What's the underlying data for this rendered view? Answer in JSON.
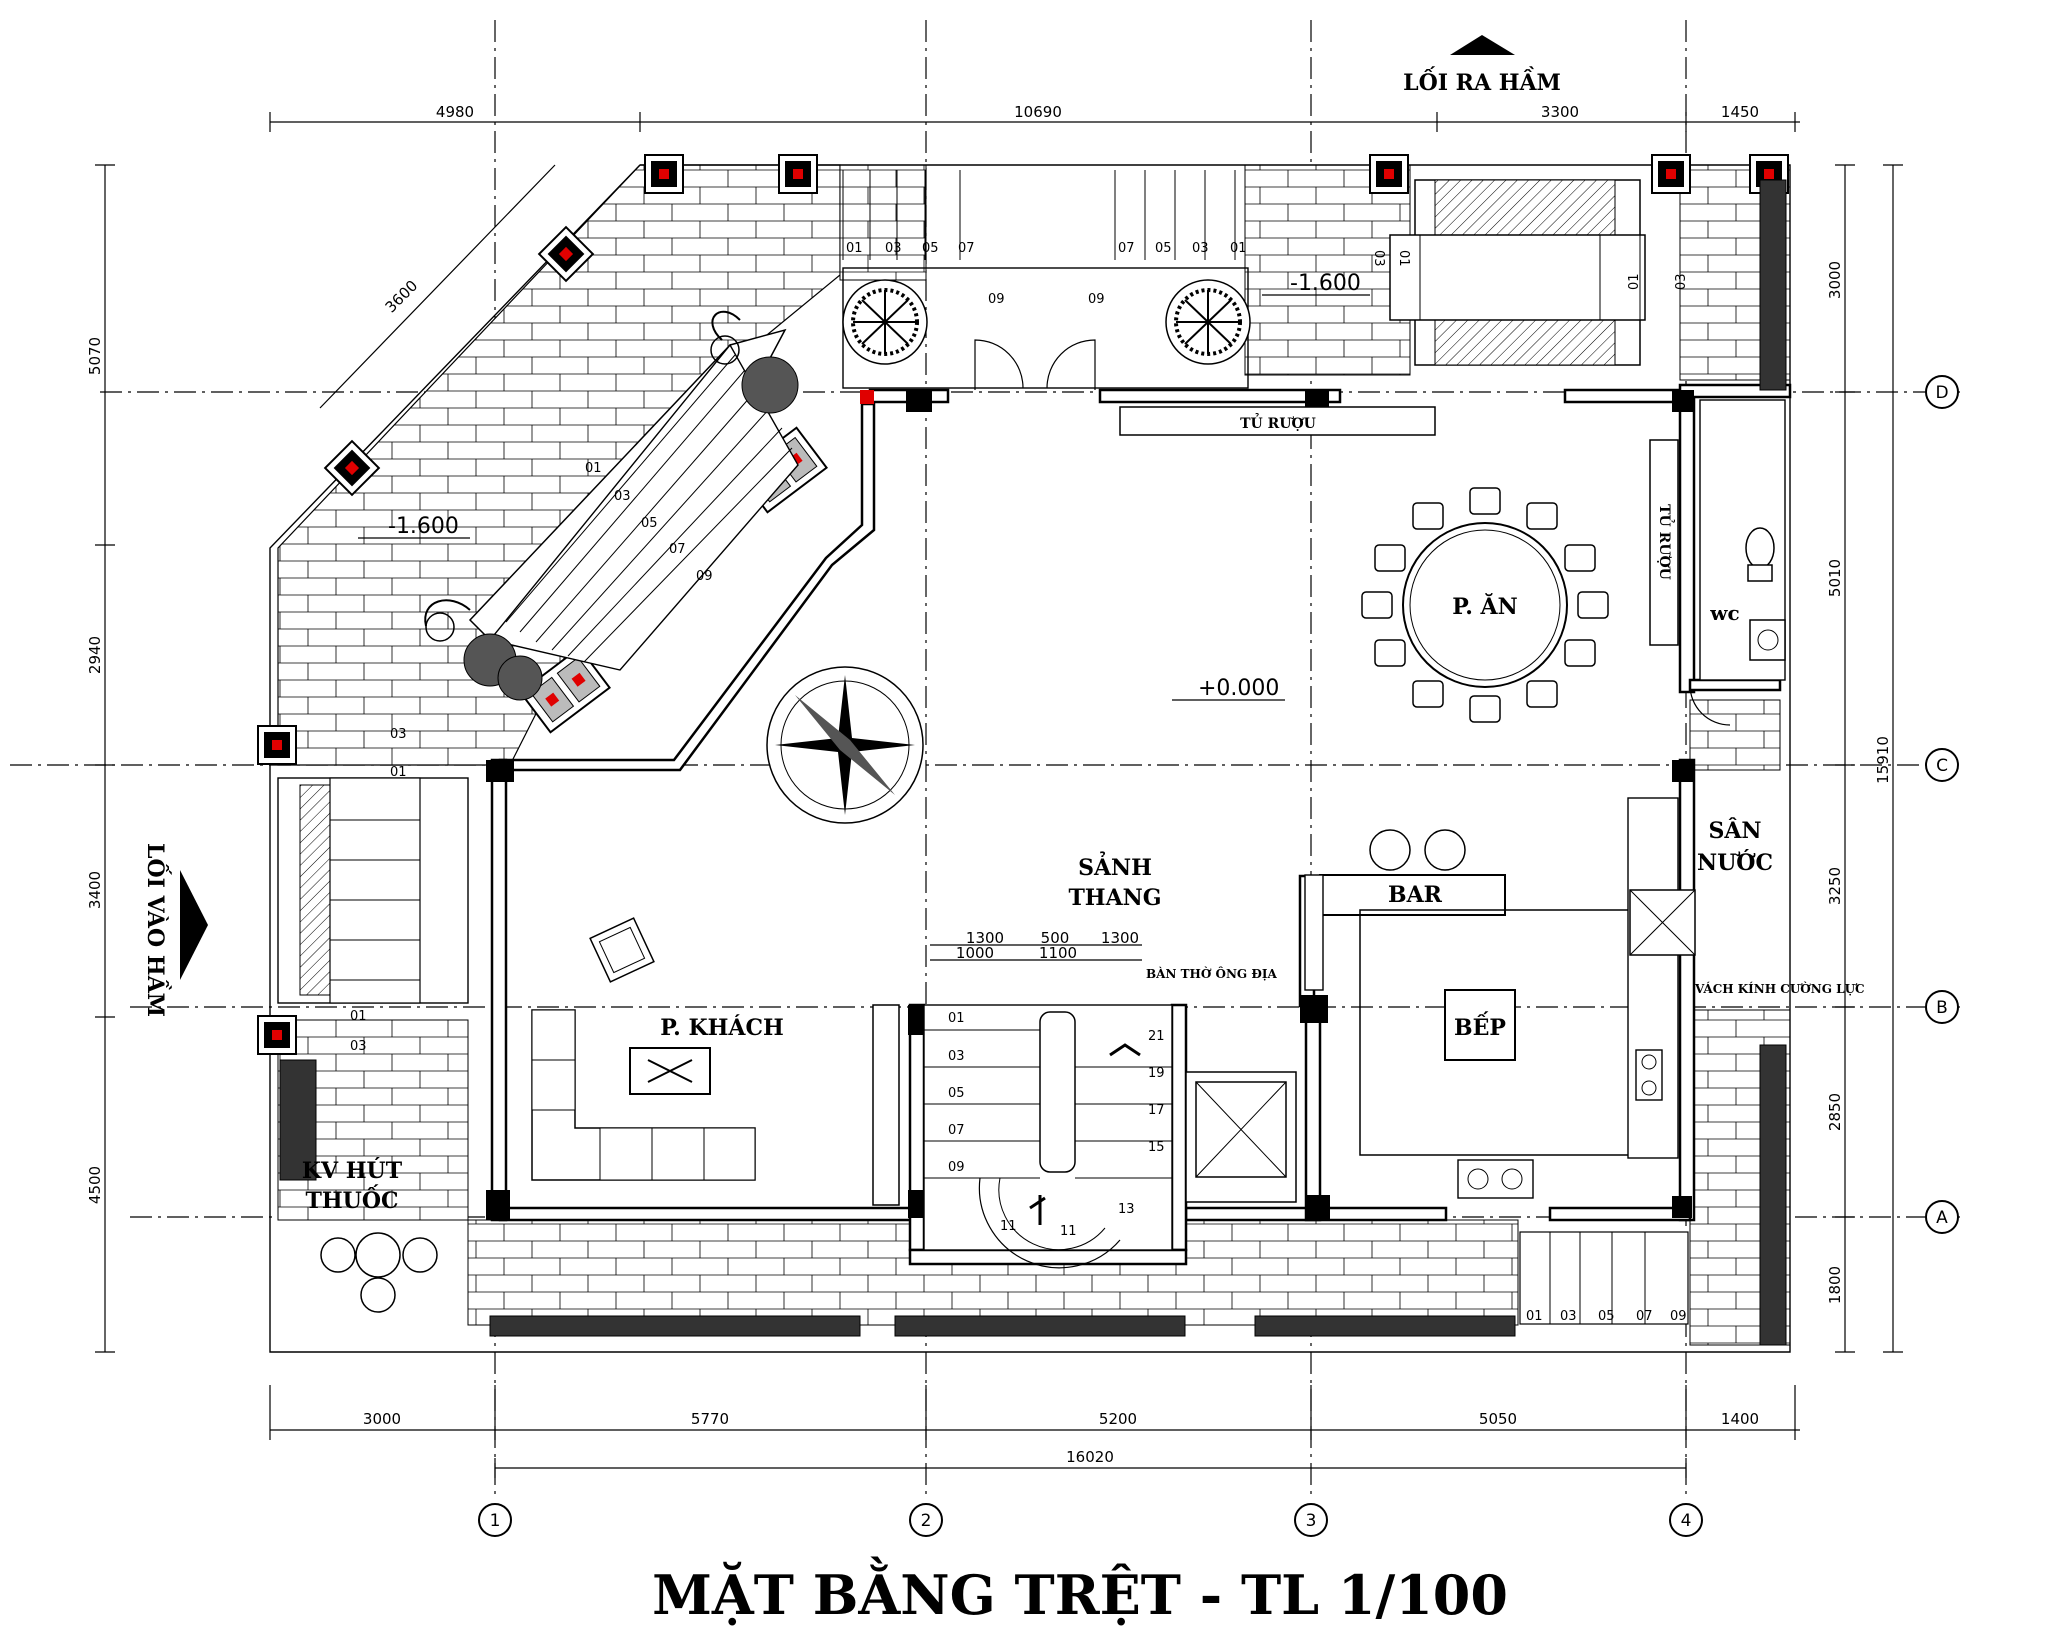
{
  "title": "MẶT BẰNG TRỆT - TL 1/100",
  "labels": {
    "loi_ra_ham": "LỐI RA HẦM",
    "loi_vao_ham": "LỐI VÀO HẦM",
    "p_an": "P. ĂN",
    "p_khach": "P. KHÁCH",
    "sanh": "SẢNH",
    "thang": "THANG",
    "bar": "BAR",
    "bep": "BẾP",
    "wc": "wc",
    "san": "SÂN",
    "nuoc": "NƯỚC",
    "tu_ruou_top": "TỦ RƯỢU",
    "tu_ruou_side": "TỦ RƯỢU",
    "vach_kinh": "VÁCH KÍNH CƯỜNG LỰC",
    "ban_tho": "BÀN THỜ ÔNG ĐỊA",
    "kv_hut": "KV HÚT",
    "thuoc": "THUỐC",
    "level_main": "+0.000",
    "level_left": "-1.600",
    "level_top": "-1.600"
  },
  "grid_axes": {
    "columns": [
      "1",
      "2",
      "3",
      "4"
    ],
    "rows": [
      "D",
      "C",
      "B",
      "A"
    ]
  },
  "dimensions": {
    "top": [
      "4980",
      "10690",
      "3300",
      "1450"
    ],
    "bottom": [
      "3000",
      "5770",
      "5200",
      "5050",
      "1400"
    ],
    "bottom_total": "16020",
    "left": [
      "5070",
      "2940",
      "3400",
      "4500"
    ],
    "right": [
      "3000",
      "5010",
      "3250",
      "2850",
      "1800"
    ],
    "right_total": "15910",
    "diagonal": "3600",
    "stair": [
      "1300",
      "500",
      "1300",
      "1000",
      "1100"
    ]
  },
  "step_numbers": {
    "top_left": [
      "01",
      "03",
      "05",
      "07"
    ],
    "top_right": [
      "07",
      "05",
      "03",
      "01"
    ],
    "door": [
      "09",
      "09"
    ],
    "diag": [
      "01",
      "03",
      "05",
      "07",
      "09"
    ],
    "main_stair": [
      "01",
      "03",
      "05",
      "07",
      "09",
      "11",
      "11",
      "13",
      "15",
      "17",
      "19",
      "21"
    ],
    "bottom_right": [
      "01",
      "03",
      "05",
      "07",
      "09"
    ],
    "ramp_left": [
      "03",
      "01",
      "01",
      "03"
    ],
    "ramp_top": [
      "03",
      "01",
      "01",
      "03"
    ]
  },
  "colors": {
    "line": "#000000",
    "column_red": "#e00000",
    "background": "#ffffff"
  }
}
